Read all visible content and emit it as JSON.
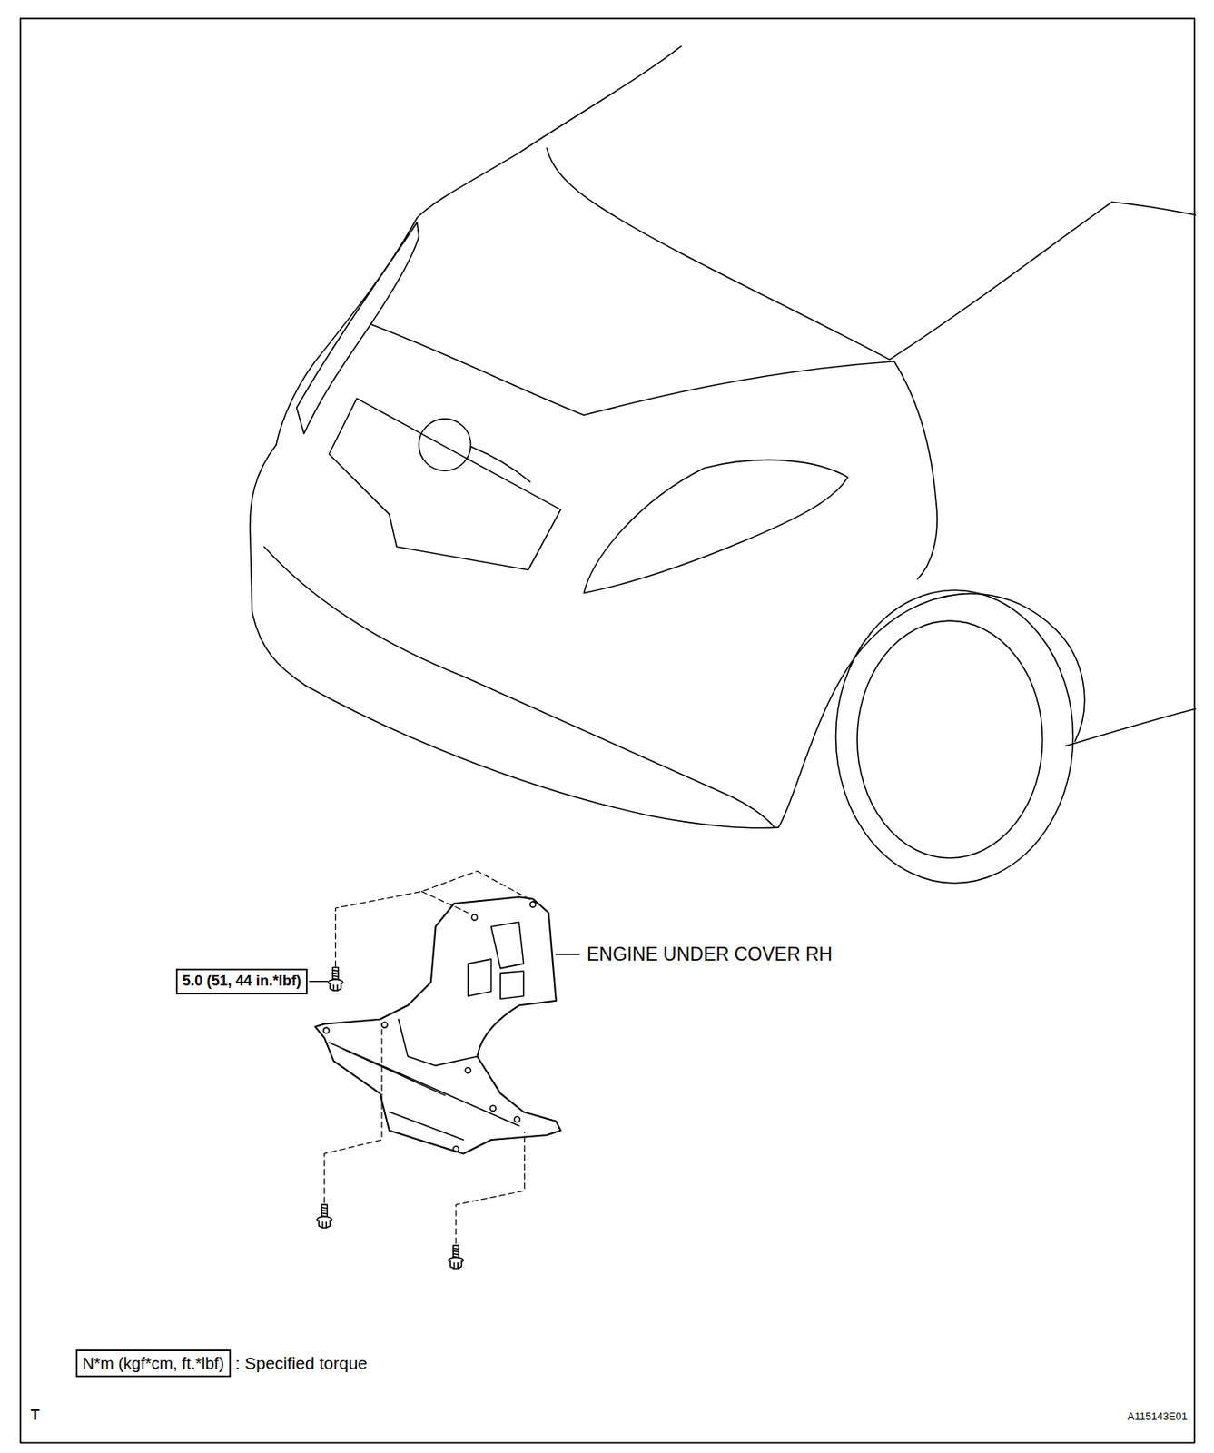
{
  "diagram": {
    "nodes": [
      {
        "text": [
          "5.0 (51, 44 in.*lbf)"
        ]
      },
      {
        "text": [
          "N*m (kgf*cm, ft.*lbf)"
        ]
      }
    ],
    "labels": [
      "ENGINE UNDER COVER RH",
      ": Specified torque",
      "T",
      "A115143E01"
    ]
  }
}
